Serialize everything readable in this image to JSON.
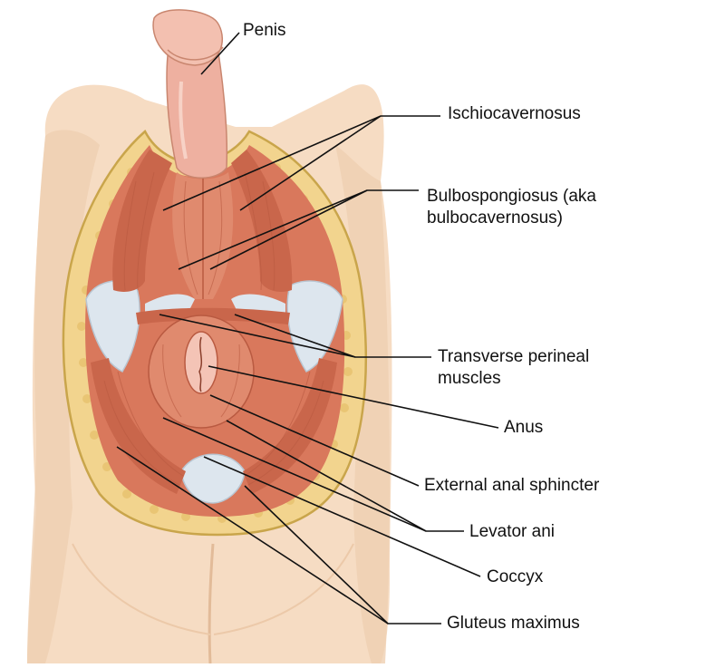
{
  "labels": {
    "penis": "Penis",
    "ischiocavernosus": "Ischiocavernosus",
    "bulbospongiosus_line1": "Bulbospongiosus (aka",
    "bulbospongiosus_line2": "bulbocavernosus)",
    "transverse_line1": "Transverse perineal",
    "transverse_line2": "muscles",
    "anus": "Anus",
    "external_anal_sphincter": "External anal sphincter",
    "levator_ani": "Levator ani",
    "coccyx": "Coccyx",
    "gluteus_maximus": "Gluteus maximus"
  },
  "colors": {
    "skin": "#f6dcc3",
    "skin_shadow": "#e9c6a6",
    "fat": "#f2d48e",
    "fat_edge": "#c9a54b",
    "muscle": "#d9785c",
    "muscle_dark": "#b95a41",
    "muscle_light": "#e69a80",
    "ligament": "#dde6ee",
    "penis": "#eeb0a0",
    "anus": "#f4c4b6",
    "leader": "#111111"
  }
}
